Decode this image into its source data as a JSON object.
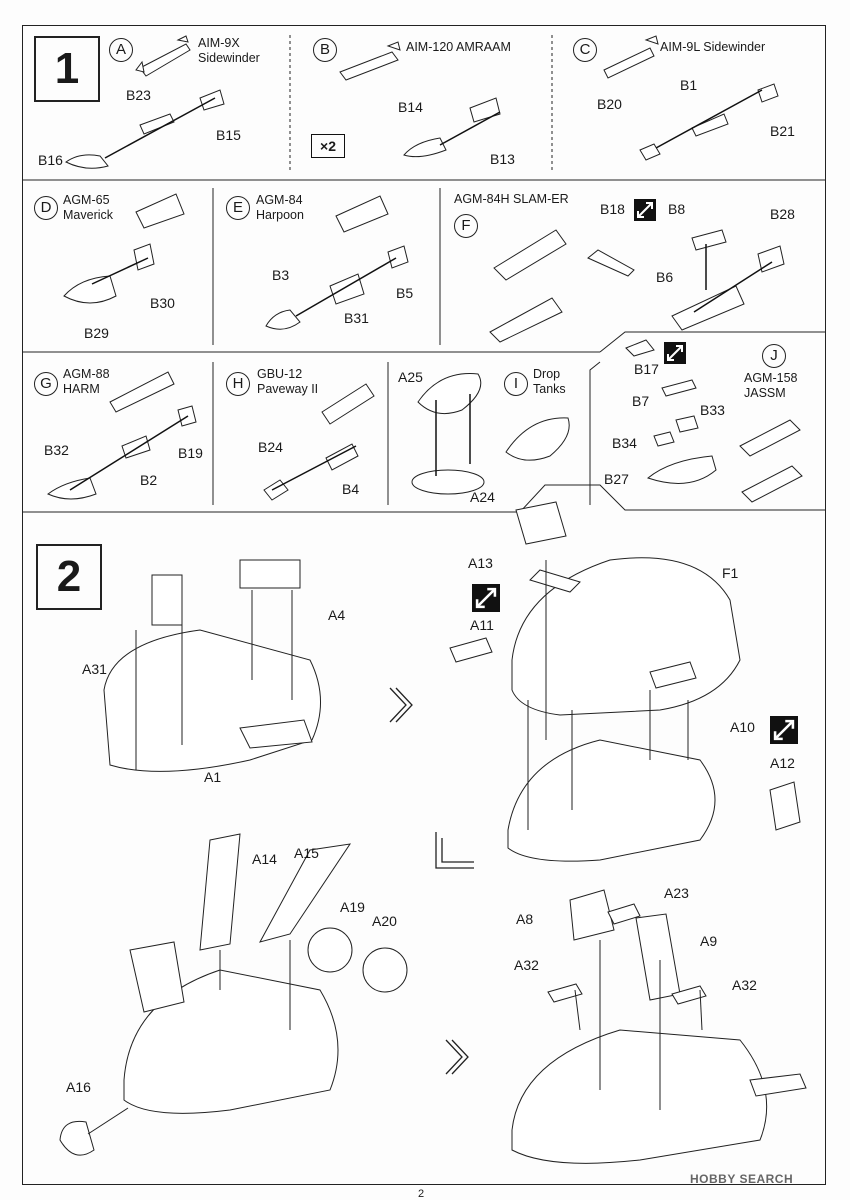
{
  "steps": {
    "s1": "1",
    "s2": "2"
  },
  "step1": {
    "row1": [
      {
        "letter": "A",
        "name": "AIM-9X\nSidewinder",
        "parts": [
          "B23",
          "B16",
          "B15"
        ]
      },
      {
        "letter": "B",
        "name": "AIM-120 AMRAAM",
        "parts": [
          "B14",
          "B13"
        ],
        "qty": "×2"
      },
      {
        "letter": "C",
        "name": "AIM-9L Sidewinder",
        "parts": [
          "B20",
          "B1",
          "B21"
        ]
      }
    ],
    "row2": [
      {
        "letter": "D",
        "name": "AGM-65\nMaverick",
        "parts": [
          "B30",
          "B29"
        ]
      },
      {
        "letter": "E",
        "name": "AGM-84\nHarpoon",
        "parts": [
          "B3",
          "B5",
          "B31"
        ]
      },
      {
        "letter": "F",
        "name": "AGM-84H SLAM-ER",
        "parts": [
          "B18",
          "B8",
          "B28",
          "B6"
        ]
      }
    ],
    "row3": [
      {
        "letter": "G",
        "name": "AGM-88\nHARM",
        "parts": [
          "B32",
          "B19",
          "B2"
        ]
      },
      {
        "letter": "H",
        "name": "GBU-12\nPaveway II",
        "parts": [
          "B24",
          "B4"
        ]
      },
      {
        "letter": "I",
        "name": "Drop\nTanks",
        "parts": [
          "A25",
          "A24"
        ]
      },
      {
        "letter": "J",
        "name": "AGM-158\nJASSM",
        "parts": [
          "B17",
          "B7",
          "B33",
          "B34",
          "B27"
        ]
      }
    ]
  },
  "step2": {
    "parts": [
      "A4",
      "A31",
      "A1",
      "A13",
      "A11",
      "F1",
      "A10",
      "A12",
      "A14",
      "A15",
      "A19",
      "A20",
      "A16",
      "A23",
      "A8",
      "A9",
      "A32",
      "A32"
    ]
  },
  "footer": {
    "page_number": "2",
    "watermark": "HOBBY SEARCH"
  },
  "colors": {
    "line": "#222222",
    "fill": "#ffffff",
    "shade": "#bdbdbd"
  }
}
